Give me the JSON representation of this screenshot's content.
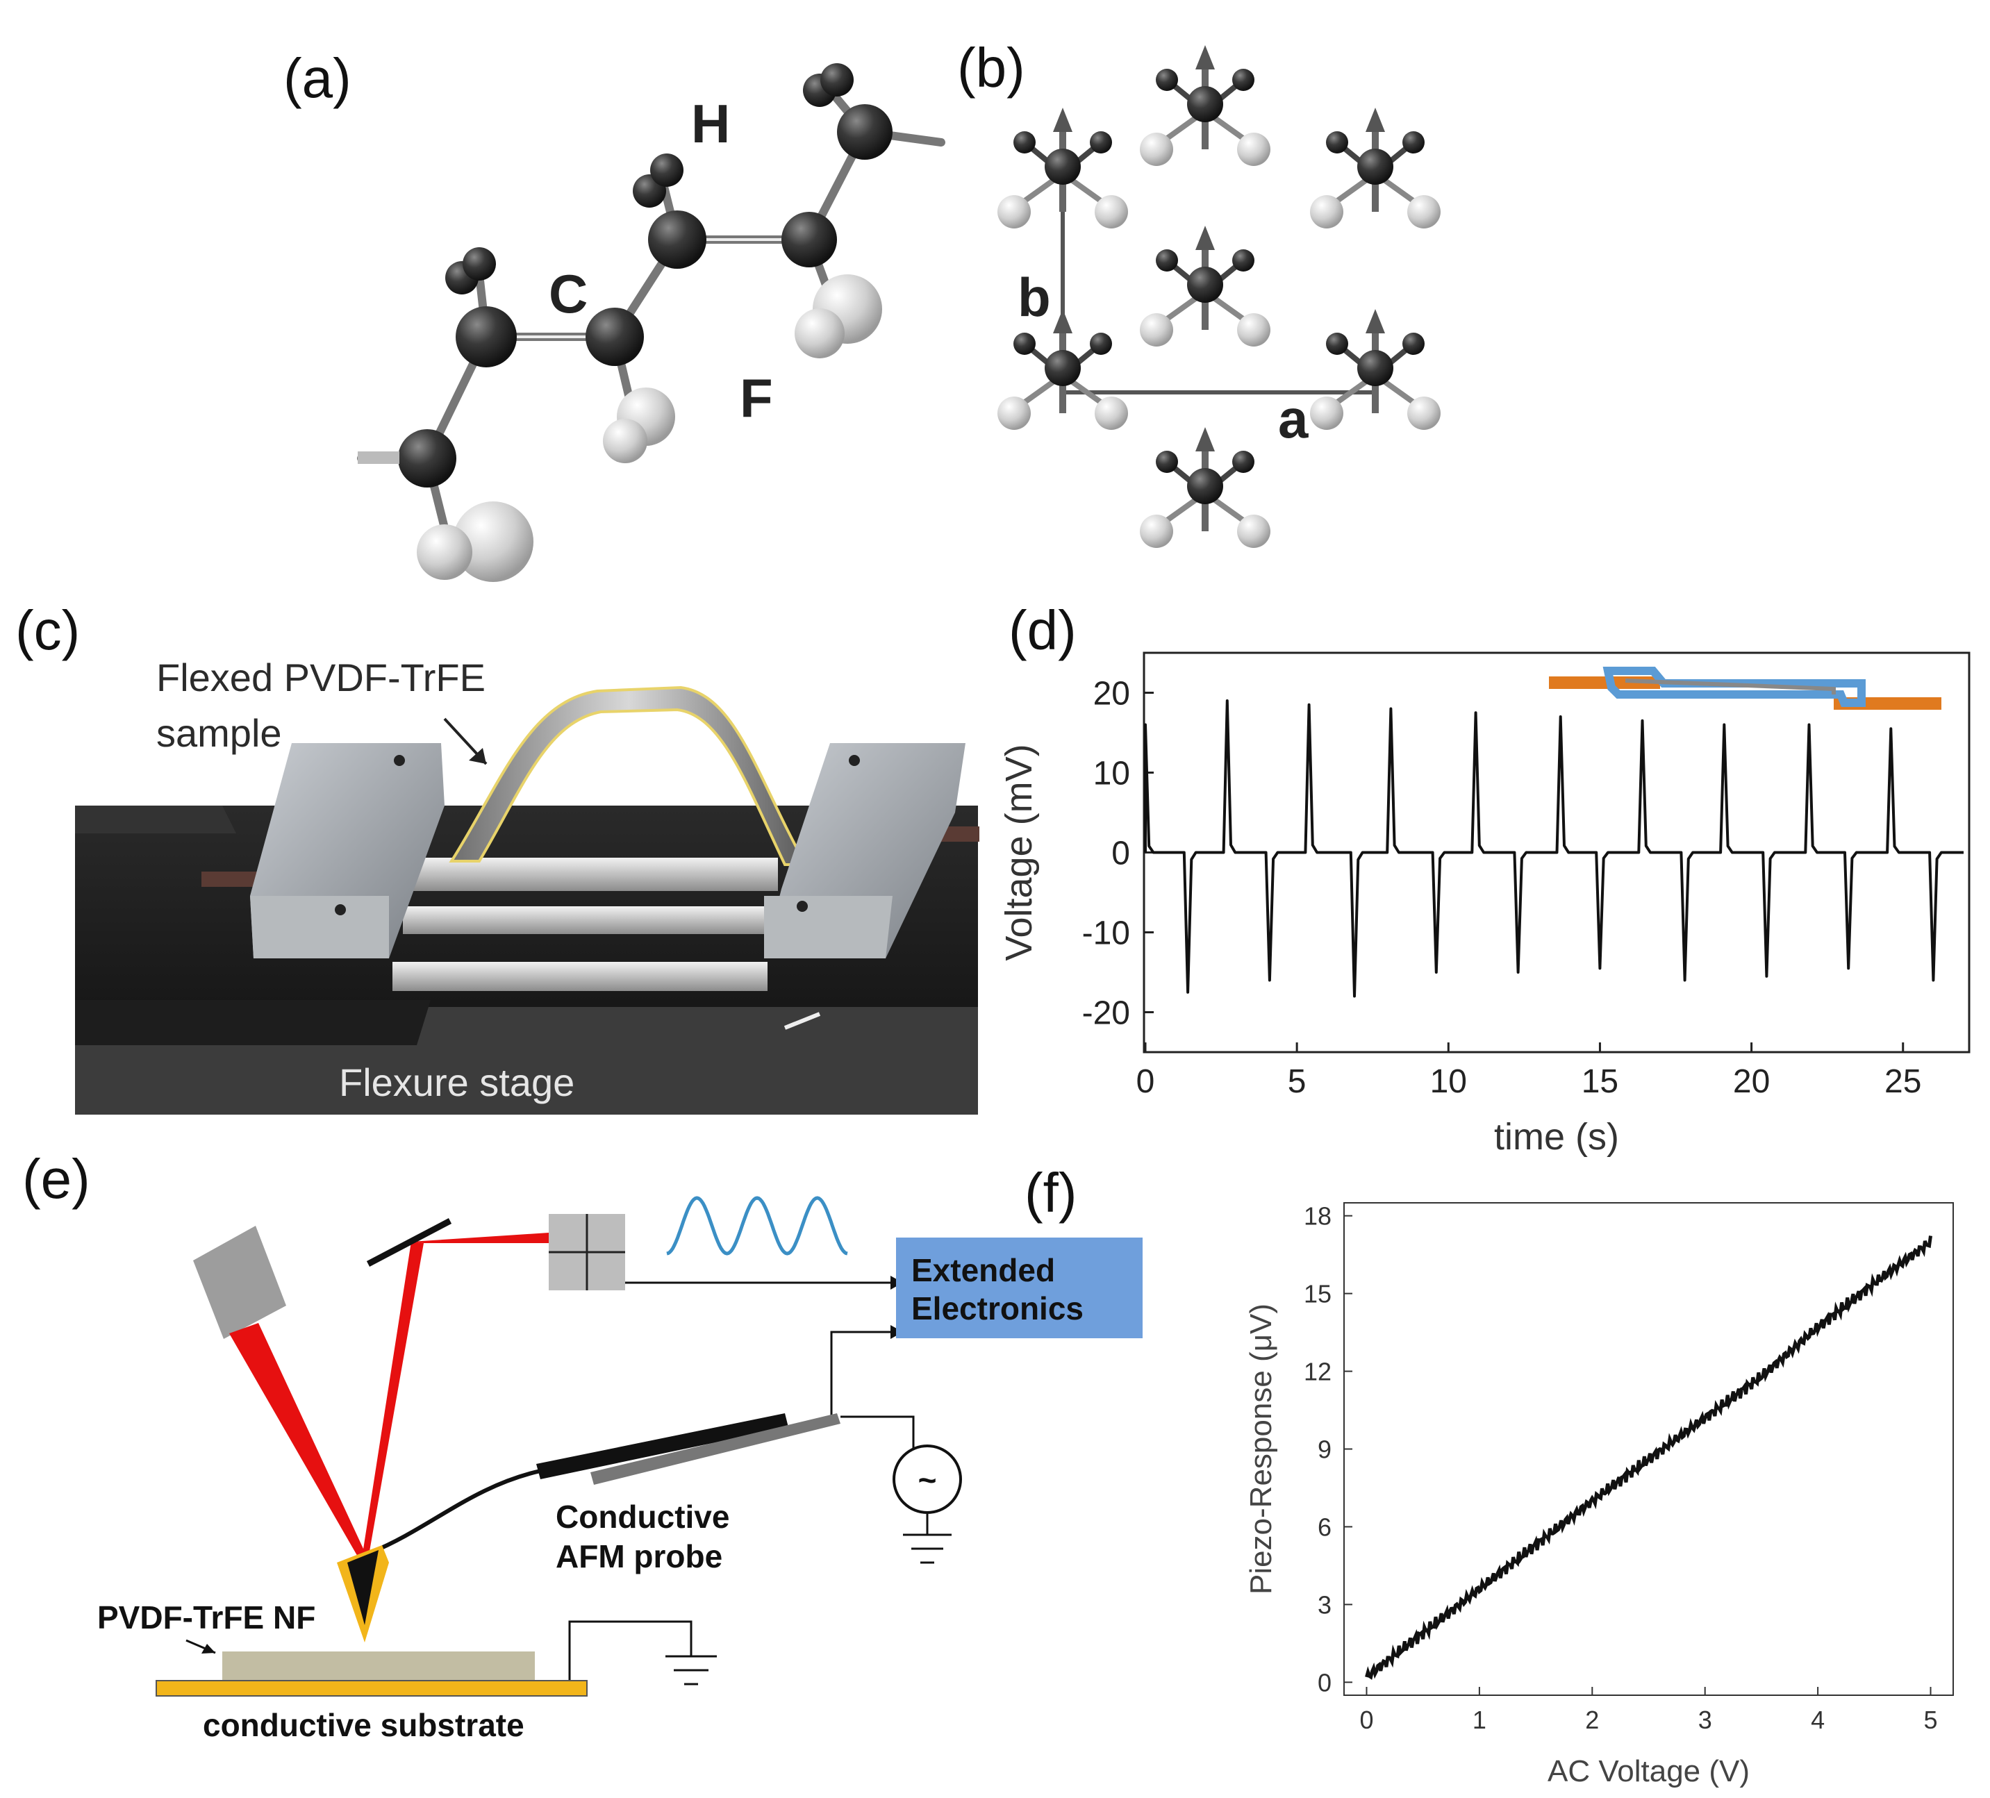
{
  "panels": {
    "a": "(a)",
    "b": "(b)",
    "c": "(c)",
    "d": "(d)",
    "e": "(e)",
    "f": "(f)"
  },
  "panel_a": {
    "atom_h": "H",
    "atom_c": "C",
    "atom_f": "F"
  },
  "panel_b": {
    "axis_a": "a",
    "axis_b": "b"
  },
  "panel_c": {
    "callout_line1": "Flexed PVDF-TrFE",
    "callout_line2": "sample",
    "stage_label": "Flexure stage"
  },
  "panel_e": {
    "electronics_line1": "Extended",
    "electronics_line2": "Electronics",
    "probe_line1": "Conductive",
    "probe_line2": "AFM probe",
    "ac_source_symbol": "~",
    "nf_label": "PVDF-TrFE NF",
    "substrate_label": "conductive substrate"
  },
  "chart_data": [
    {
      "panel": "d",
      "type": "line",
      "xlabel": "time (s)",
      "ylabel": "Voltage (mV)",
      "xlim": [
        0,
        27
      ],
      "ylim": [
        -25,
        25
      ],
      "xticks": [
        0,
        5,
        10,
        15,
        20,
        25
      ],
      "yticks": [
        -20,
        -10,
        0,
        10,
        20
      ],
      "grid": false,
      "positive_peaks": [
        {
          "x": 0.0,
          "y": 16
        },
        {
          "x": 2.7,
          "y": 19
        },
        {
          "x": 5.4,
          "y": 18.5
        },
        {
          "x": 8.1,
          "y": 18
        },
        {
          "x": 10.9,
          "y": 17.5
        },
        {
          "x": 13.7,
          "y": 17
        },
        {
          "x": 16.4,
          "y": 16.5
        },
        {
          "x": 19.1,
          "y": 16
        },
        {
          "x": 21.9,
          "y": 16
        },
        {
          "x": 24.6,
          "y": 15.5
        }
      ],
      "negative_peaks": [
        {
          "x": 1.4,
          "y": -17.5
        },
        {
          "x": 4.1,
          "y": -16
        },
        {
          "x": 6.9,
          "y": -18
        },
        {
          "x": 9.6,
          "y": -15
        },
        {
          "x": 12.3,
          "y": -15
        },
        {
          "x": 15.0,
          "y": -14.5
        },
        {
          "x": 17.8,
          "y": -16
        },
        {
          "x": 20.5,
          "y": -15.5
        },
        {
          "x": 23.2,
          "y": -14.5
        },
        {
          "x": 26.0,
          "y": -16
        }
      ],
      "colors": {
        "line": "#111111",
        "inset_orange": "#e07a1f",
        "inset_blue": "#5b9bd5"
      }
    },
    {
      "panel": "f",
      "type": "line",
      "xlabel": "AC Voltage (V)",
      "ylabel": "Piezo-Response (μV)",
      "xlim": [
        -0.2,
        5.2
      ],
      "ylim": [
        -0.5,
        18.5
      ],
      "xticks": [
        0,
        1,
        2,
        3,
        4,
        5
      ],
      "yticks": [
        0,
        3,
        6,
        9,
        12,
        15,
        18
      ],
      "grid": false,
      "x": [
        0,
        0.5,
        1,
        1.5,
        2,
        2.5,
        3,
        3.5,
        4,
        4.5,
        5
      ],
      "y": [
        0.2,
        1.9,
        3.6,
        5.3,
        7.0,
        8.6,
        10.2,
        11.8,
        13.7,
        15.4,
        17.0
      ],
      "colors": {
        "line": "#111111"
      }
    }
  ]
}
